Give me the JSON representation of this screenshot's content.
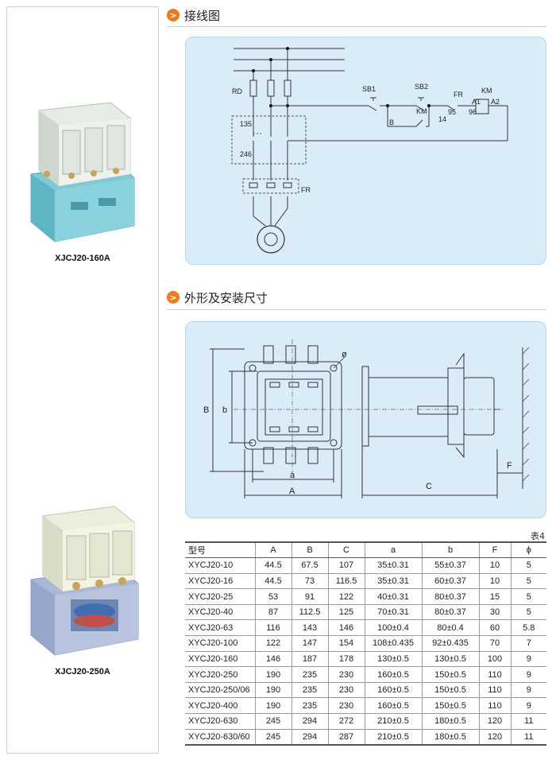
{
  "products": [
    {
      "label": "XJCJ20-160A"
    },
    {
      "label": "XJCJ20-250A"
    }
  ],
  "sections": {
    "wiring_title": "接线图",
    "dimension_title": "外形及安装尺寸",
    "icon_glyph": ">"
  },
  "wiring": {
    "rd": "RD",
    "sb1": "SB1",
    "sb2": "SB2",
    "fr_top": "FR",
    "km_top": "KM",
    "a1": "A1",
    "a2": "A2",
    "km_mid": "KM",
    "n95": "95",
    "n96": "96",
    "n14": "14",
    "b": "B",
    "n135": "135",
    "n246": "246",
    "fr_mid": "FR"
  },
  "dimension_labels": {
    "phi": "ø",
    "B": "B",
    "b": "b",
    "a": "a",
    "A": "A",
    "C": "C",
    "F": "F"
  },
  "table": {
    "note": "表4",
    "headers": [
      "型号",
      "A",
      "B",
      "C",
      "a",
      "b",
      "F",
      "ϕ"
    ],
    "rows": [
      [
        "XYCJ20-10",
        "44.5",
        "67.5",
        "107",
        "35±0.31",
        "55±0.37",
        "10",
        "5"
      ],
      [
        "XYCJ20-16",
        "44.5",
        "73",
        "116.5",
        "35±0.31",
        "60±0.37",
        "10",
        "5"
      ],
      [
        "XYCJ20-25",
        "53",
        "91",
        "122",
        "40±0.31",
        "80±0.37",
        "15",
        "5"
      ],
      [
        "XYCJ20-40",
        "87",
        "112.5",
        "125",
        "70±0.31",
        "80±0.37",
        "30",
        "5"
      ],
      [
        "XYCJ20-63",
        "116",
        "143",
        "146",
        "100±0.4",
        "80±0.4",
        "60",
        "5.8"
      ],
      [
        "XYCJ20-100",
        "122",
        "147",
        "154",
        "108±0.435",
        "92±0.435",
        "70",
        "7"
      ],
      [
        "XYCJ20-160",
        "146",
        "187",
        "178",
        "130±0.5",
        "130±0.5",
        "100",
        "9"
      ],
      [
        "XYCJ20-250",
        "190",
        "235",
        "230",
        "160±0.5",
        "150±0.5",
        "110",
        "9"
      ],
      [
        "XYCJ20-250/06",
        "190",
        "235",
        "230",
        "160±0.5",
        "150±0.5",
        "110",
        "9"
      ],
      [
        "XYCJ20-400",
        "190",
        "235",
        "230",
        "160±0.5",
        "150±0.5",
        "110",
        "9"
      ],
      [
        "XYCJ20-630",
        "245",
        "294",
        "272",
        "210±0.5",
        "180±0.5",
        "120",
        "11"
      ],
      [
        "XYCJ20-630/60",
        "245",
        "294",
        "287",
        "210±0.5",
        "180±0.5",
        "120",
        "11"
      ]
    ]
  }
}
